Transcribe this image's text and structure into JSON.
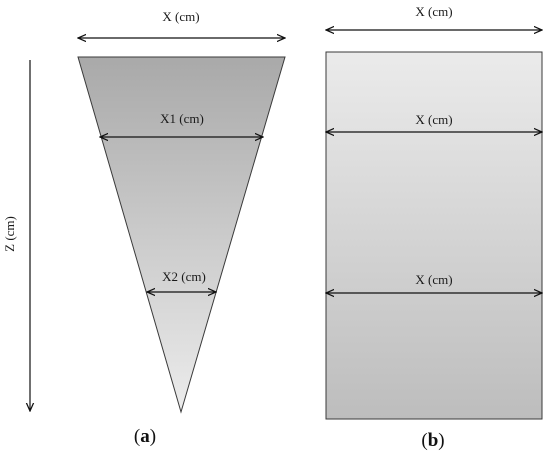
{
  "panel_a": {
    "top_width_label": "X (cm)",
    "mid_width_label": "X1 (cm)",
    "lower_width_label": "X2 (cm)",
    "depth_label": "Z (cm)",
    "caption_open": "(",
    "caption_letter": "a",
    "caption_close": ")"
  },
  "panel_b": {
    "top_width_label": "X (cm)",
    "mid_width_label": "X (cm)",
    "lower_width_label": "X (cm)",
    "caption_open": "(",
    "caption_letter": "b",
    "caption_close": ")"
  },
  "colors": {
    "triangle_top": "#a9a9a9",
    "triangle_bottom": "#ececec",
    "rectangle_top": "#ebebeb",
    "rectangle_bottom": "#bdbdbd",
    "outline": "#3a3a3a"
  }
}
